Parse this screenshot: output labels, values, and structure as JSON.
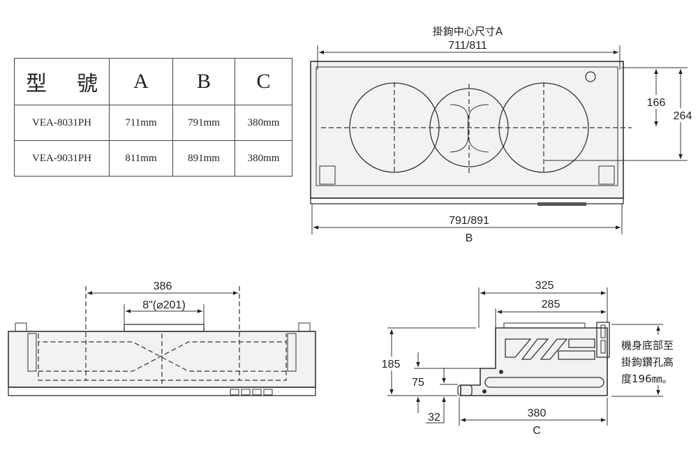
{
  "spec_table": {
    "headers": {
      "model_1": "型",
      "model_2": "號",
      "a": "A",
      "b": "B",
      "c": "C"
    },
    "rows": [
      {
        "model": "VEA-8031PH",
        "a": "711mm",
        "b": "791mm",
        "c": "380mm"
      },
      {
        "model": "VEA-9031PH",
        "a": "811mm",
        "b": "891mm",
        "c": "380mm"
      }
    ]
  },
  "front_view": {
    "hook_label": "掛鉤中心尺寸A",
    "hook_value": "711/811",
    "width_value": "791/891",
    "width_label": "B",
    "dim_166": "166",
    "dim_264": "264"
  },
  "bottom_view": {
    "dim_386": "386",
    "duct_label": "8\"(⌀201)"
  },
  "side_view": {
    "dim_325": "325",
    "dim_285": "285",
    "dim_185": "185",
    "dim_75": "75",
    "dim_32": "32",
    "depth_value": "380",
    "depth_label": "C",
    "note_lines": [
      "機身底部至",
      "掛鉤鑽孔高",
      "度196㎜。"
    ]
  }
}
